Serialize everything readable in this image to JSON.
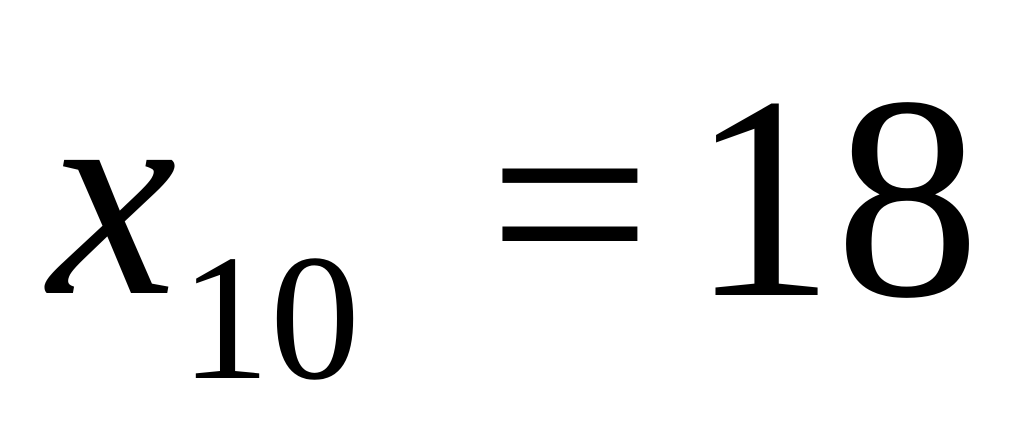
{
  "equation": {
    "variable": "x",
    "subscript": "10",
    "operator": "=",
    "value": "18"
  }
}
